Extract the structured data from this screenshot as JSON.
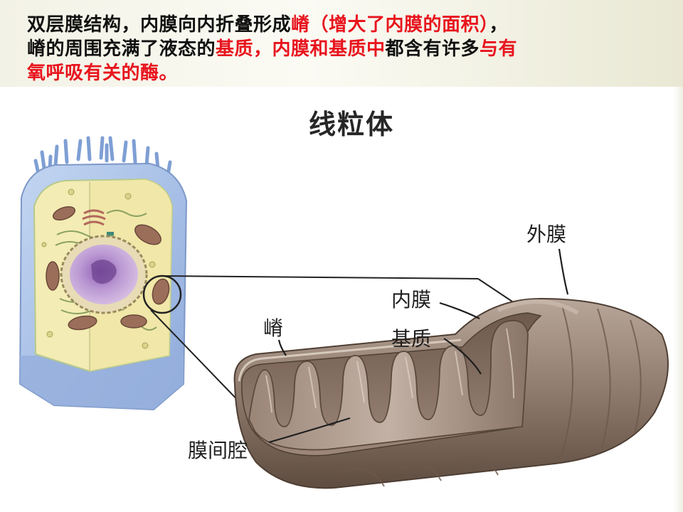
{
  "caption": {
    "line1_a": "双层膜结构，内膜向内折叠形成",
    "line1_b": "嵴（增大了内膜的面积）",
    "line1_c": "，",
    "line2_a": "嵴的周围充满了液态的",
    "line2_b": "基质，内膜和基质中",
    "line2_c": "都含有许多",
    "line2_d": "与有",
    "line3_a": "氧呼吸有关的酶。"
  },
  "diagram": {
    "title": "线粒体",
    "labels": {
      "outer_membrane": "外膜",
      "inner_membrane": "内膜",
      "cristae": "嵴",
      "matrix": "基质",
      "intermembrane_space": "膜间腔"
    }
  },
  "colors": {
    "emphasis": "#e8141d",
    "cell_wall": "#a7bfe3",
    "cytoplasm": "#f3ecb4",
    "nucleus": "#c6a5d6",
    "mitochondrion": "#8e7a6c"
  }
}
